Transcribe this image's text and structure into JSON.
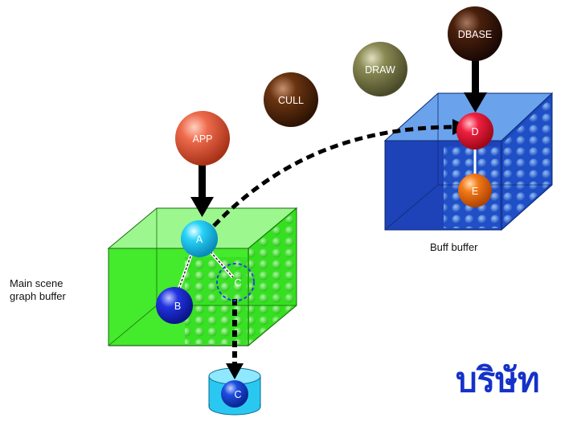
{
  "stages": {
    "app": "APP",
    "cull": "CULL",
    "draw": "DRAW",
    "dbase": "DBASE"
  },
  "nodes": {
    "a": "A",
    "b": "B",
    "c": "C",
    "c_out": "C",
    "d": "D",
    "e": "E"
  },
  "labels": {
    "main_buffer_line1": "Main scene",
    "main_buffer_line2": "graph buffer",
    "buff_buffer": "Buff buffer",
    "company_text": "บริษัท"
  },
  "colors": {
    "app": "#e8563c",
    "cull": "#5a2a08",
    "draw": "#7a7a45",
    "dbase": "#3a1808",
    "node_a": "#22c8f0",
    "node_b": "#1a2ad8",
    "node_c_out": "#1a5ad8",
    "node_d": "#e81838",
    "node_e": "#f06a10",
    "main_box": "#3ee82a",
    "buff_box": "#1e52c8",
    "title_text": "#1531c8"
  }
}
